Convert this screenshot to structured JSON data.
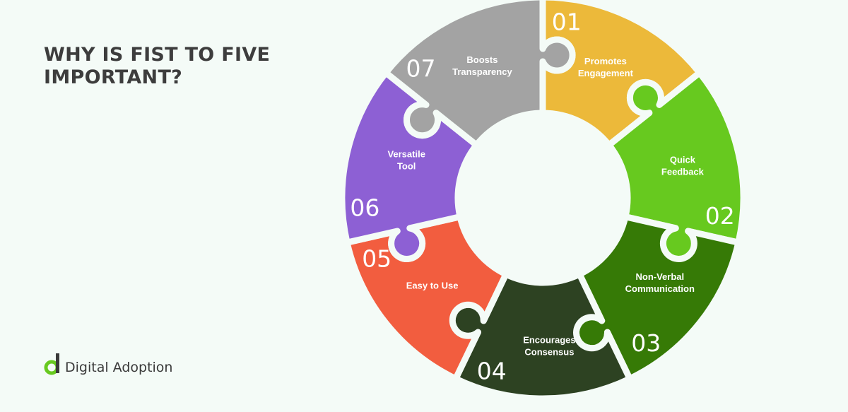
{
  "title": {
    "line1": "WHY IS FIST TO FIVE",
    "line2": "IMPORTANT?"
  },
  "logo": {
    "text": "Digital Adoption"
  },
  "pieces": [
    {
      "number": "01",
      "label_lines": [
        "Promotes",
        "Engagement"
      ],
      "color": "#ecb93a"
    },
    {
      "number": "02",
      "label_lines": [
        "Quick",
        "Feedback"
      ],
      "color": "#67c91f"
    },
    {
      "number": "03",
      "label_lines": [
        "Non-Verbal",
        "Communication"
      ],
      "color": "#367a06"
    },
    {
      "number": "04",
      "label_lines": [
        "Encourages",
        "Consensus"
      ],
      "color": "#2d4222"
    },
    {
      "number": "05",
      "label_lines": [
        "Easy to Use"
      ],
      "color": "#f25d3f"
    },
    {
      "number": "06",
      "label_lines": [
        "Versatile",
        "Tool"
      ],
      "color": "#8d60d4"
    },
    {
      "number": "07",
      "label_lines": [
        "Boosts",
        "Transparency"
      ],
      "color": "#a3a3a3"
    }
  ],
  "colors": {
    "background": "#f4fbf7",
    "title": "#3d3d3d",
    "logo_accent": "#67c91f"
  }
}
